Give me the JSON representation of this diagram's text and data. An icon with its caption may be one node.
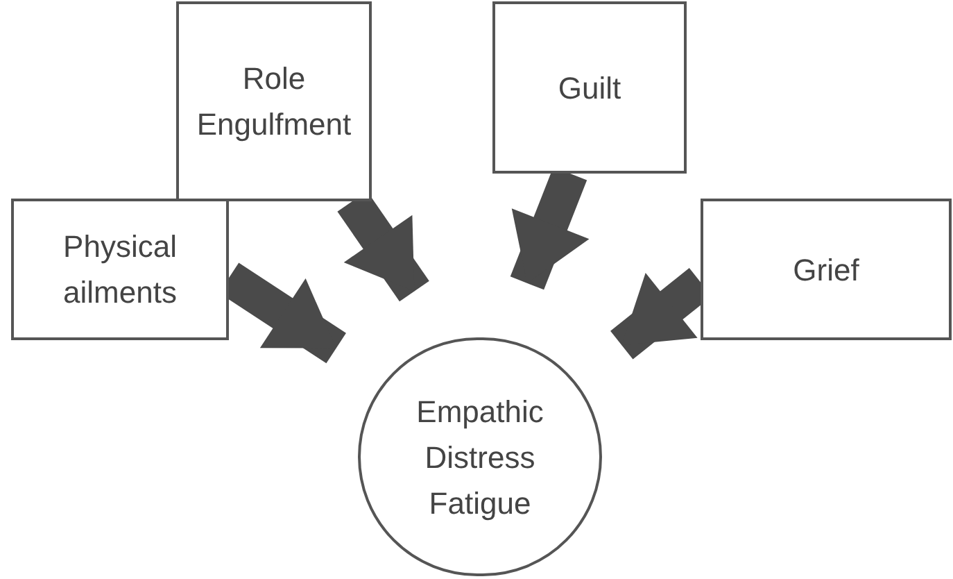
{
  "diagram": {
    "nodes": [
      {
        "text": [
          "Role Engulfment"
        ]
      },
      {
        "text": [
          "Guilt"
        ]
      },
      {
        "text": [
          "Physical ailments"
        ]
      },
      {
        "text": [
          "Grief"
        ]
      },
      {
        "text": [
          "Empathic Distress Fatigue"
        ]
      }
    ],
    "edges": [
      {
        "from": 2,
        "to": 4,
        "arrow": "to"
      },
      {
        "from": 0,
        "to": 4,
        "arrow": "to"
      },
      {
        "from": 1,
        "to": 4,
        "arrow": "to"
      },
      {
        "from": 3,
        "to": 4,
        "arrow": "to"
      }
    ]
  }
}
